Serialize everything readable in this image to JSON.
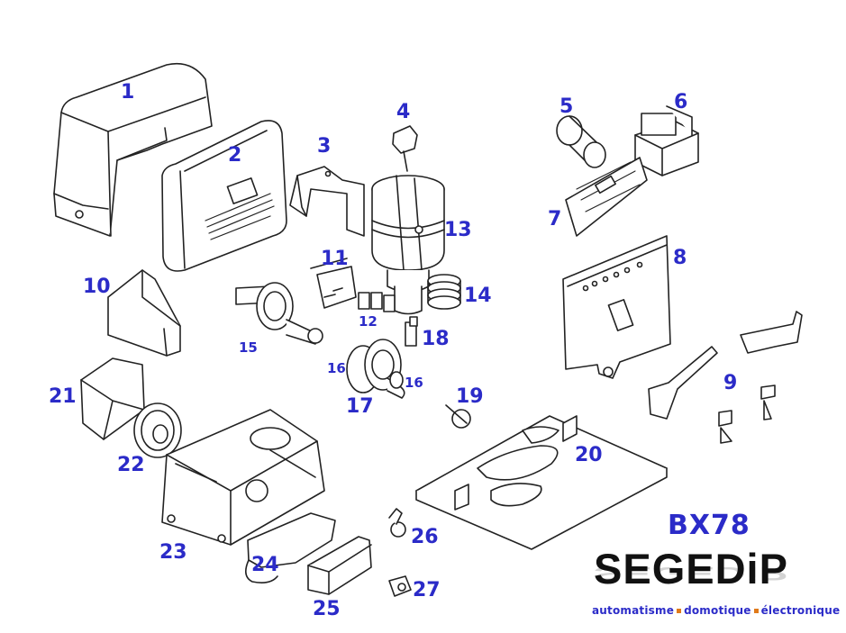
{
  "callouts": {
    "c1": "1",
    "c2": "2",
    "c3": "3",
    "c4": "4",
    "c5": "5",
    "c6": "6",
    "c7": "7",
    "c8": "8",
    "c9": "9",
    "c10": "10",
    "c11": "11",
    "c12": "12",
    "c13": "13",
    "c14": "14",
    "c15": "15",
    "c16a": "16",
    "c16b": "16",
    "c17": "17",
    "c18": "18",
    "c19": "19",
    "c20": "20",
    "c21": "21",
    "c22": "22",
    "c23": "23",
    "c24": "24",
    "c25": "25",
    "c26": "26",
    "c27": "27"
  },
  "model": "BX78",
  "logo": {
    "wordmark": "SEGEDiP",
    "tag1": "automatisme",
    "tag2": "domotique",
    "tag3": "électronique"
  },
  "colors": {
    "callout": "#2b2bc8",
    "accent": "#e07a1a",
    "line": "#222222"
  }
}
